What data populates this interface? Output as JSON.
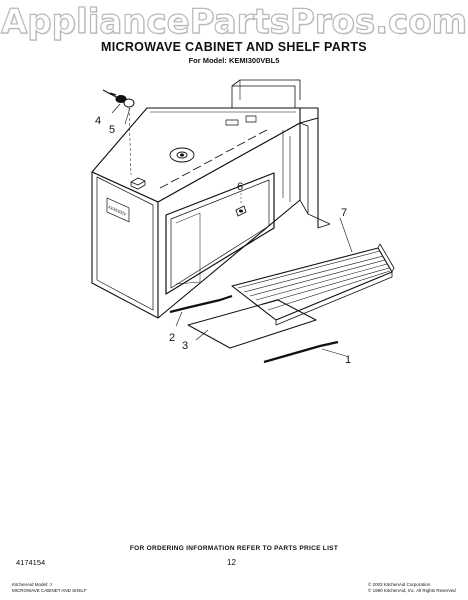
{
  "watermark": "AppliancePartsPros.com",
  "header": {
    "title": "MICROWAVE CABINET AND SHELF PARTS",
    "subtitle": "For Model: KEMI300VBL5"
  },
  "diagram": {
    "callouts": [
      "1",
      "2",
      "3",
      "4",
      "5",
      "6",
      "7"
    ],
    "panel_label": "KEMI300V"
  },
  "footer": {
    "order_note": "FOR ORDERING INFORMATION REFER TO PARTS PRICE LIST",
    "part_number": "4174154",
    "page_number": "12",
    "left_lines": [
      "KitchenAid Model: J",
      "MICROWAVE CABINET AND SHELF"
    ],
    "right_lines": [
      "© 2003 KitchenAid Corporation",
      "© 1990 KitchenAid, Inc. All Rights Reserved"
    ]
  },
  "colors": {
    "ink": "#111111",
    "watermark_outline": "#b9b9b9"
  }
}
